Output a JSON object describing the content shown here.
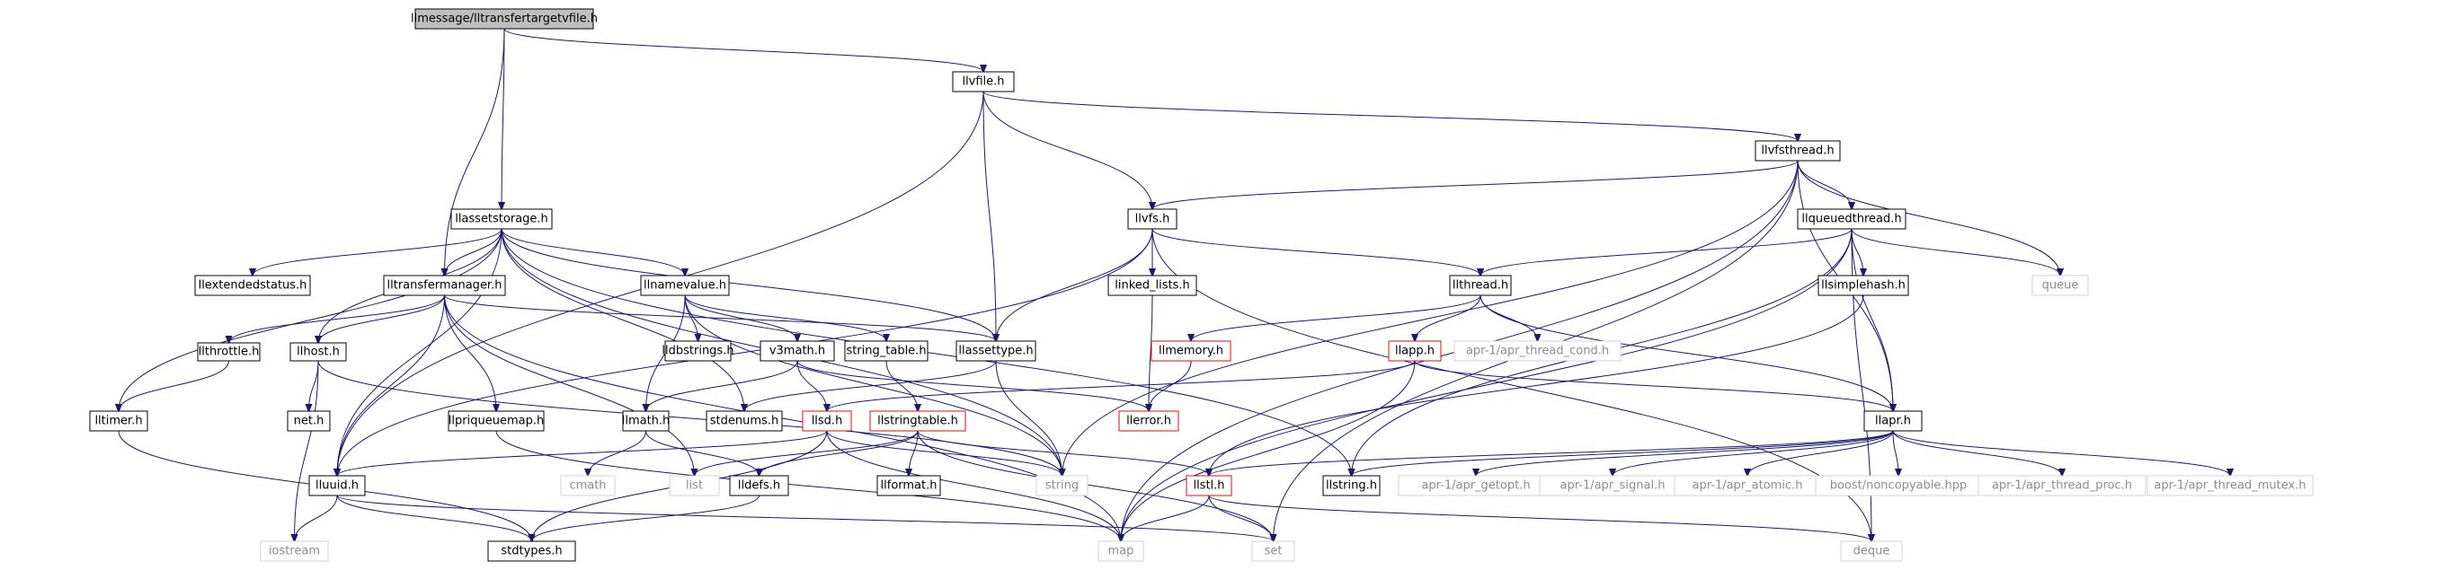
{
  "colors": {
    "edge": "#191970",
    "root_fill": "#bfbfbf",
    "box_border": "#000000",
    "missing_border": "#d3d3d3",
    "truncated_border": "#ff0000",
    "missing_text": "#8c8c8c"
  },
  "nodes": [
    {
      "id": "n0",
      "label": "llmessage/lltransfertargetvfile.h",
      "kind": "root"
    },
    {
      "id": "n1",
      "label": "llvfile.h",
      "kind": "normal"
    },
    {
      "id": "n2",
      "label": "llvfsthread.h",
      "kind": "normal"
    },
    {
      "id": "n3",
      "label": "llassetstorage.h",
      "kind": "normal"
    },
    {
      "id": "n4",
      "label": "llvfs.h",
      "kind": "normal"
    },
    {
      "id": "n5",
      "label": "llqueuedthread.h",
      "kind": "normal"
    },
    {
      "id": "n6",
      "label": "llextendedstatus.h",
      "kind": "normal"
    },
    {
      "id": "n7",
      "label": "lltransfermanager.h",
      "kind": "normal"
    },
    {
      "id": "n8",
      "label": "llnamevalue.h",
      "kind": "normal"
    },
    {
      "id": "n9",
      "label": "linked_lists.h",
      "kind": "normal"
    },
    {
      "id": "n10",
      "label": "llthread.h",
      "kind": "normal"
    },
    {
      "id": "n11",
      "label": "llsimplehash.h",
      "kind": "normal"
    },
    {
      "id": "n12",
      "label": "queue",
      "kind": "missing"
    },
    {
      "id": "n13",
      "label": "lldbstrings.h",
      "kind": "normal"
    },
    {
      "id": "n14",
      "label": "llthrottle.h",
      "kind": "normal"
    },
    {
      "id": "n15",
      "label": "llhost.h",
      "kind": "normal"
    },
    {
      "id": "n16",
      "label": "v3math.h",
      "kind": "normal"
    },
    {
      "id": "n17",
      "label": "string_table.h",
      "kind": "normal"
    },
    {
      "id": "n18",
      "label": "llassettype.h",
      "kind": "normal"
    },
    {
      "id": "n19",
      "label": "llmemory.h",
      "kind": "truncated"
    },
    {
      "id": "n20",
      "label": "llapp.h",
      "kind": "truncated"
    },
    {
      "id": "n21",
      "label": "apr-1/apr_thread_cond.h",
      "kind": "missing"
    },
    {
      "id": "n22",
      "label": "lltimer.h",
      "kind": "normal"
    },
    {
      "id": "n23",
      "label": "net.h",
      "kind": "normal"
    },
    {
      "id": "n24",
      "label": "llmath.h",
      "kind": "normal"
    },
    {
      "id": "n25",
      "label": "stdenums.h",
      "kind": "normal"
    },
    {
      "id": "n26",
      "label": "llsd.h",
      "kind": "truncated"
    },
    {
      "id": "n27",
      "label": "llstringtable.h",
      "kind": "truncated"
    },
    {
      "id": "n28",
      "label": "llerror.h",
      "kind": "truncated"
    },
    {
      "id": "n29",
      "label": "llapr.h",
      "kind": "normal"
    },
    {
      "id": "n30",
      "label": "llpriqueuemap.h",
      "kind": "normal"
    },
    {
      "id": "n31",
      "label": "lluuid.h",
      "kind": "normal"
    },
    {
      "id": "n32",
      "label": "cmath",
      "kind": "missing"
    },
    {
      "id": "n33",
      "label": "list",
      "kind": "missing"
    },
    {
      "id": "n34",
      "label": "lldefs.h",
      "kind": "normal"
    },
    {
      "id": "n35",
      "label": "llformat.h",
      "kind": "normal"
    },
    {
      "id": "n36",
      "label": "string",
      "kind": "missing"
    },
    {
      "id": "n37",
      "label": "llstl.h",
      "kind": "truncated"
    },
    {
      "id": "n38",
      "label": "llstring.h",
      "kind": "normal"
    },
    {
      "id": "n39",
      "label": "apr-1/apr_getopt.h",
      "kind": "missing"
    },
    {
      "id": "n40",
      "label": "apr-1/apr_signal.h",
      "kind": "missing"
    },
    {
      "id": "n41",
      "label": "apr-1/apr_atomic.h",
      "kind": "missing"
    },
    {
      "id": "n42",
      "label": "boost/noncopyable.hpp",
      "kind": "missing"
    },
    {
      "id": "n43",
      "label": "apr-1/apr_thread_proc.h",
      "kind": "missing"
    },
    {
      "id": "n44",
      "label": "apr-1/apr_thread_mutex.h",
      "kind": "missing"
    },
    {
      "id": "n45",
      "label": "iostream",
      "kind": "missing"
    },
    {
      "id": "n46",
      "label": "stdtypes.h",
      "kind": "normal"
    },
    {
      "id": "n47",
      "label": "map",
      "kind": "missing"
    },
    {
      "id": "n48",
      "label": "set",
      "kind": "missing"
    },
    {
      "id": "n49",
      "label": "deque",
      "kind": "missing"
    }
  ],
  "edges": [
    [
      "n0",
      "n1"
    ],
    [
      "n0",
      "n3"
    ],
    [
      "n0",
      "n7"
    ],
    [
      "n1",
      "n31"
    ],
    [
      "n1",
      "n2"
    ],
    [
      "n1",
      "n4"
    ],
    [
      "n1",
      "n18"
    ],
    [
      "n2",
      "n4"
    ],
    [
      "n2",
      "n5"
    ],
    [
      "n2",
      "n12"
    ],
    [
      "n2",
      "n29"
    ],
    [
      "n2",
      "n36"
    ],
    [
      "n2",
      "n47"
    ],
    [
      "n2",
      "n48"
    ],
    [
      "n3",
      "n6"
    ],
    [
      "n3",
      "n7"
    ],
    [
      "n3",
      "n8"
    ],
    [
      "n3",
      "n15"
    ],
    [
      "n3",
      "n22"
    ],
    [
      "n3",
      "n31"
    ],
    [
      "n3",
      "n18"
    ],
    [
      "n3",
      "n25"
    ],
    [
      "n3",
      "n36"
    ],
    [
      "n3",
      "n38"
    ],
    [
      "n4",
      "n9"
    ],
    [
      "n4",
      "n10"
    ],
    [
      "n4",
      "n18"
    ],
    [
      "n4",
      "n31"
    ],
    [
      "n4",
      "n49"
    ],
    [
      "n5",
      "n10"
    ],
    [
      "n5",
      "n11"
    ],
    [
      "n5",
      "n12"
    ],
    [
      "n5",
      "n29"
    ],
    [
      "n5",
      "n47"
    ],
    [
      "n5",
      "n49"
    ],
    [
      "n5",
      "n38"
    ],
    [
      "n7",
      "n14"
    ],
    [
      "n7",
      "n15"
    ],
    [
      "n7",
      "n30"
    ],
    [
      "n7",
      "n31"
    ],
    [
      "n7",
      "n18"
    ],
    [
      "n7",
      "n33"
    ],
    [
      "n7",
      "n47"
    ],
    [
      "n8",
      "n13"
    ],
    [
      "n8",
      "n16"
    ],
    [
      "n8",
      "n17"
    ],
    [
      "n8",
      "n24"
    ],
    [
      "n8",
      "n36"
    ],
    [
      "n9",
      "n28"
    ],
    [
      "n10",
      "n19"
    ],
    [
      "n10",
      "n20"
    ],
    [
      "n10",
      "n21"
    ],
    [
      "n10",
      "n29"
    ],
    [
      "n11",
      "n37"
    ],
    [
      "n14",
      "n22"
    ],
    [
      "n15",
      "n23"
    ],
    [
      "n15",
      "n36"
    ],
    [
      "n15",
      "n45"
    ],
    [
      "n16",
      "n24"
    ],
    [
      "n16",
      "n26"
    ],
    [
      "n16",
      "n28"
    ],
    [
      "n17",
      "n27"
    ],
    [
      "n18",
      "n25"
    ],
    [
      "n18",
      "n36"
    ],
    [
      "n19",
      "n28"
    ],
    [
      "n20",
      "n26"
    ],
    [
      "n20",
      "n29"
    ],
    [
      "n20",
      "n47"
    ],
    [
      "n22",
      "n46"
    ],
    [
      "n24",
      "n32"
    ],
    [
      "n24",
      "n34"
    ],
    [
      "n26",
      "n31"
    ],
    [
      "n26",
      "n36"
    ],
    [
      "n26",
      "n46"
    ],
    [
      "n26",
      "n47"
    ],
    [
      "n27",
      "n33"
    ],
    [
      "n27",
      "n34"
    ],
    [
      "n27",
      "n35"
    ],
    [
      "n27",
      "n37"
    ],
    [
      "n27",
      "n48"
    ],
    [
      "n29",
      "n37"
    ],
    [
      "n29",
      "n38"
    ],
    [
      "n29",
      "n39"
    ],
    [
      "n29",
      "n40"
    ],
    [
      "n29",
      "n41"
    ],
    [
      "n29",
      "n42"
    ],
    [
      "n29",
      "n43"
    ],
    [
      "n29",
      "n44"
    ],
    [
      "n30",
      "n47"
    ],
    [
      "n31",
      "n45"
    ],
    [
      "n31",
      "n46"
    ],
    [
      "n31",
      "n48"
    ],
    [
      "n34",
      "n46"
    ],
    [
      "n37",
      "n47"
    ],
    [
      "n37",
      "n48"
    ],
    [
      "n37",
      "n49"
    ]
  ]
}
